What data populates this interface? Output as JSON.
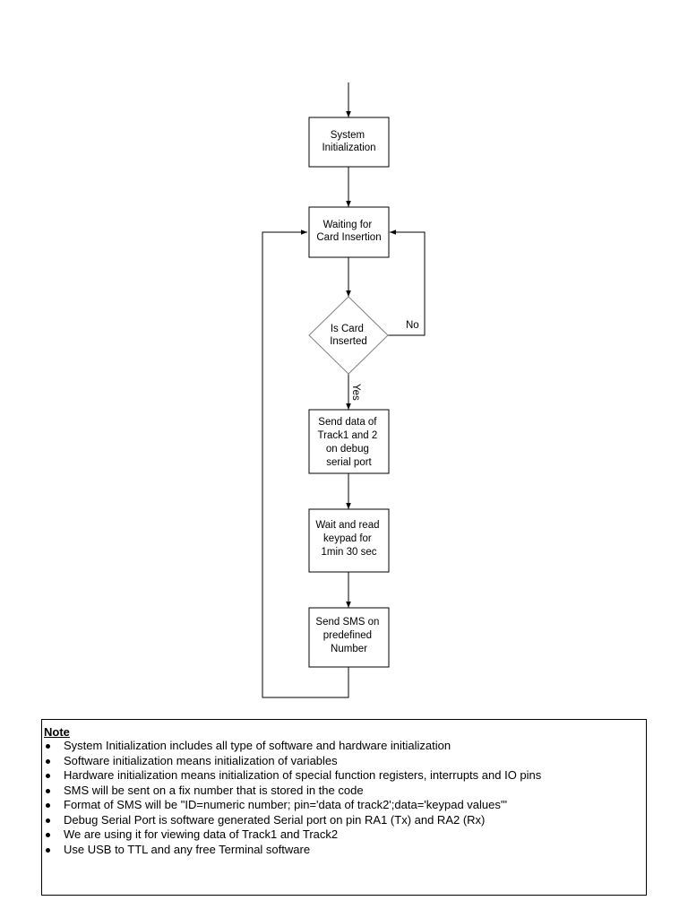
{
  "flowchart": {
    "nodes": {
      "system_init": [
        "System",
        "Initialization"
      ],
      "waiting": [
        "Waiting for",
        "Card Insertion"
      ],
      "decision": [
        "Is Card",
        "Inserted"
      ],
      "send_data": [
        "Send data of",
        "Track1 and 2",
        "on debug",
        "serial port"
      ],
      "wait_keypad": [
        "Wait and read",
        "keypad for",
        "1min 30 sec"
      ],
      "send_sms": [
        "Send SMS on",
        "predefined",
        "Number"
      ]
    },
    "labels": {
      "no": "No",
      "yes": "Yes"
    }
  },
  "note": {
    "title": "Note",
    "items": [
      "System Initialization includes all type of software and hardware initialization",
      "Software initialization means initialization of variables",
      "Hardware initialization means initialization of special function registers, interrupts and IO pins",
      "SMS will be sent on a fix number that is stored in the code",
      "Format of SMS will be \"ID=numeric number; pin='data of track2';data='keypad values'\"",
      "Debug Serial Port is software generated Serial port on pin RA1 (Tx) and RA2 (Rx)",
      "We are using it for viewing data of Track1 and Track2",
      "Use USB to TTL and any free Terminal software"
    ]
  }
}
